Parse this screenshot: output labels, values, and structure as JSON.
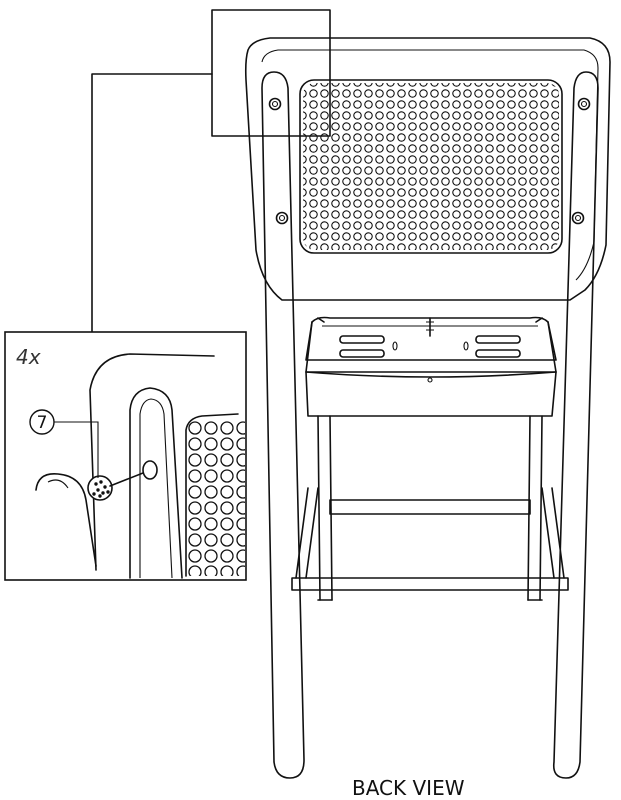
{
  "view_label": "BACK VIEW",
  "detail": {
    "quantity": "4x",
    "part_number": "7"
  }
}
